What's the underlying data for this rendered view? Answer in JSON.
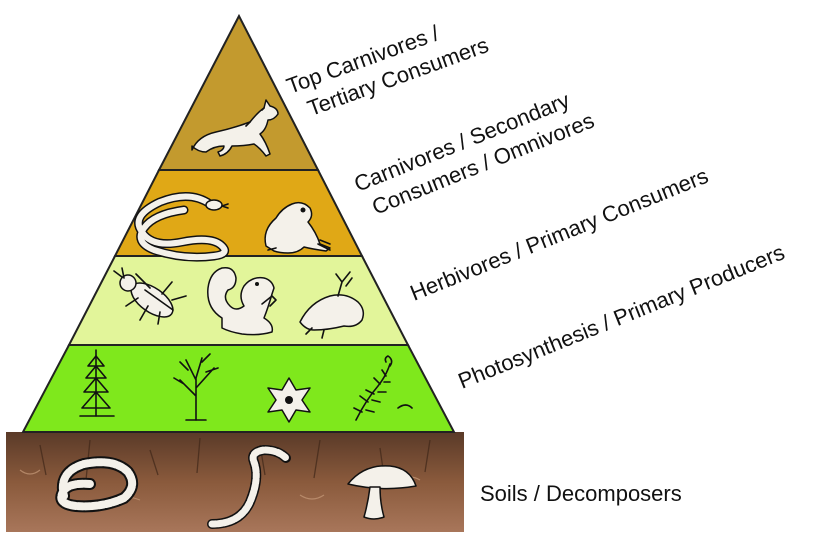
{
  "levels": [
    {
      "id": "tertiary",
      "label_lines": [
        "Top Carnivores /",
        "Tertiary Consumers"
      ],
      "color": "#c39a2e",
      "organisms": [
        "fox"
      ]
    },
    {
      "id": "secondary",
      "label_lines": [
        "Carnivores / Secondary",
        "Consumers / Omnivores"
      ],
      "color": "#e0a816",
      "organisms": [
        "snake",
        "frog"
      ]
    },
    {
      "id": "primary",
      "label_lines": [
        "Herbivores / Primary Consumers"
      ],
      "color": "#e2f59a",
      "organisms": [
        "beetle",
        "squirrel",
        "bird"
      ]
    },
    {
      "id": "producers",
      "label_lines": [
        "Photosynthesis / Primary Producers"
      ],
      "color": "#7fe81c",
      "organisms": [
        "conifer-tree",
        "bare-tree",
        "flower",
        "fern"
      ]
    },
    {
      "id": "soils",
      "label_lines": [
        "Soils / Decomposers"
      ],
      "color": "#8a5a3c",
      "organisms": [
        "centipede",
        "worm",
        "mushroom"
      ]
    }
  ]
}
